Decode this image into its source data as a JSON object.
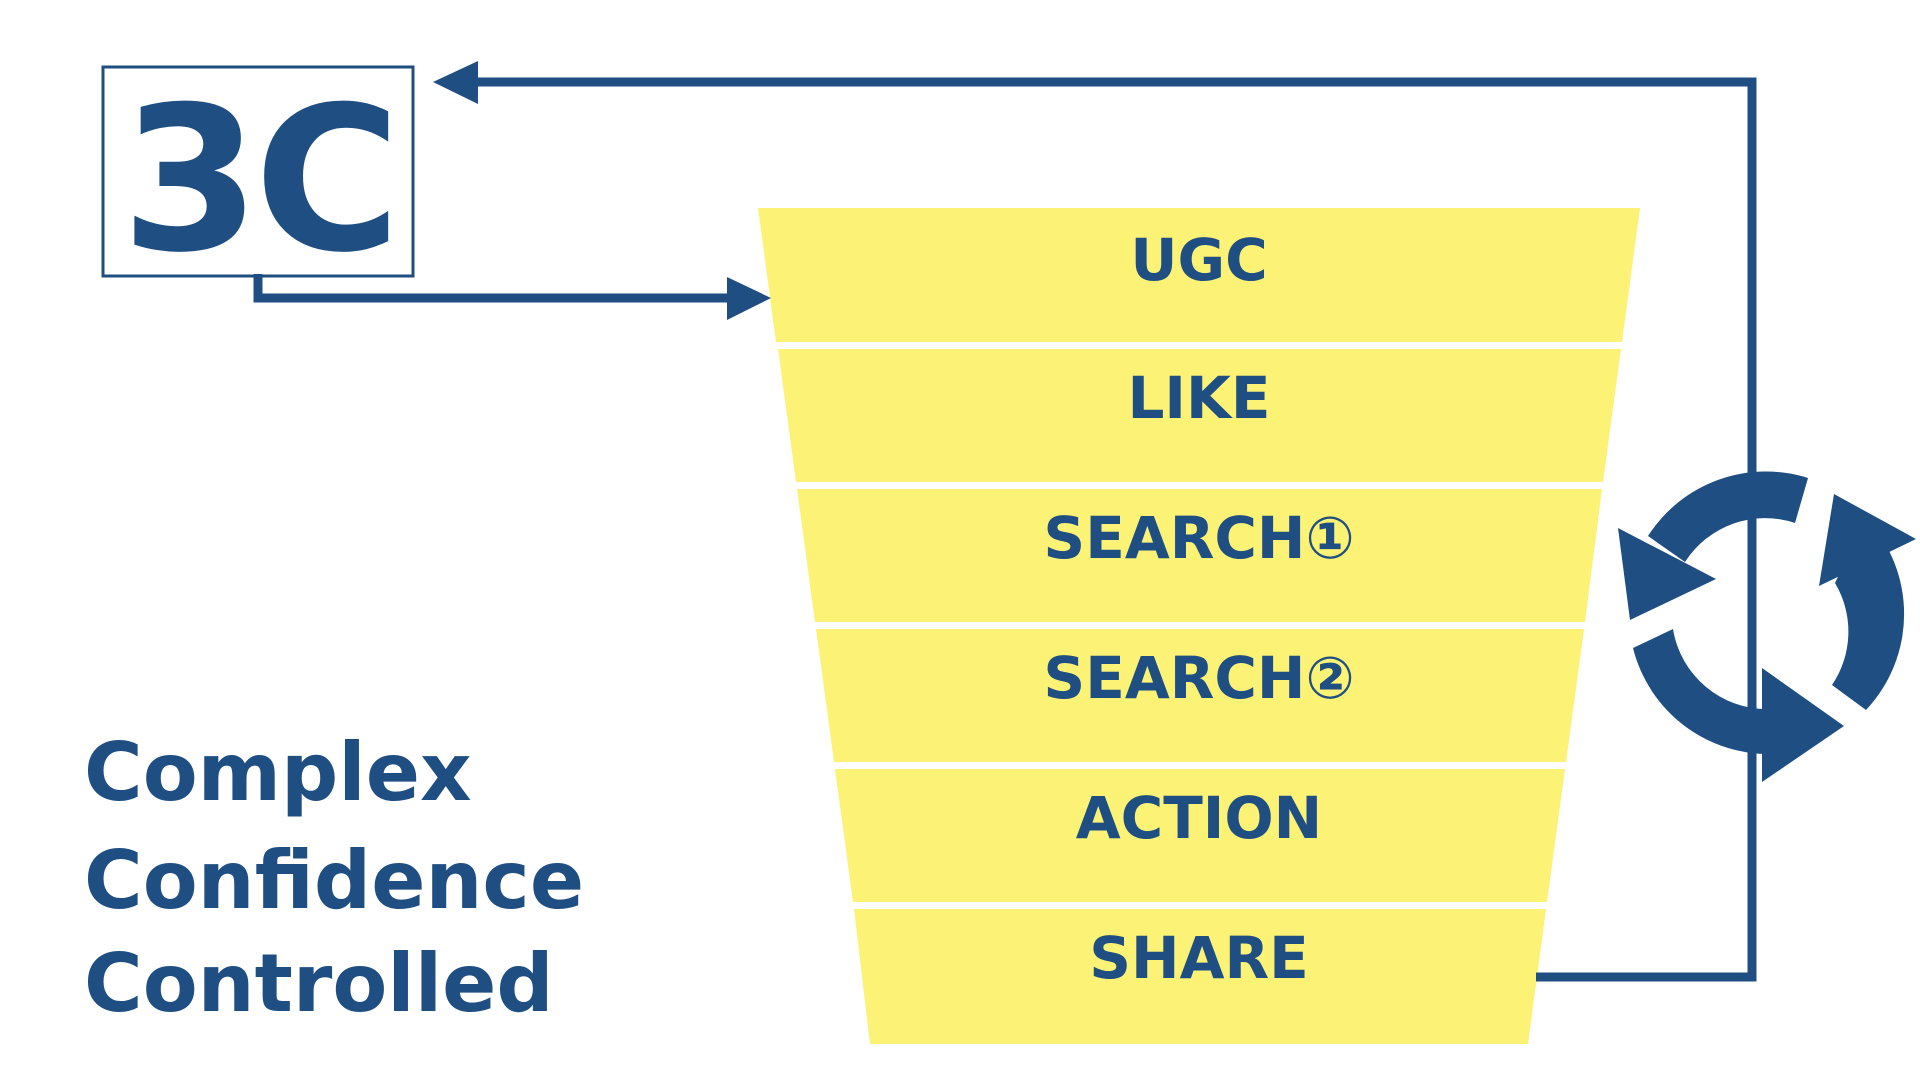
{
  "logo": {
    "text": "3C"
  },
  "funnel": {
    "stages": [
      {
        "label": "UGC"
      },
      {
        "label": "LIKE"
      },
      {
        "label": "SEARCH①"
      },
      {
        "label": "SEARCH②"
      },
      {
        "label": "ACTION"
      },
      {
        "label": "SHARE"
      }
    ]
  },
  "terms": [
    "Complex",
    "Confidence",
    "Controlled"
  ],
  "colors": {
    "primary": "#1f4e82",
    "funnel_fill": "#fbf276",
    "background": "#ffffff"
  },
  "icons": {
    "cycle": "cycle-arrows-icon"
  }
}
